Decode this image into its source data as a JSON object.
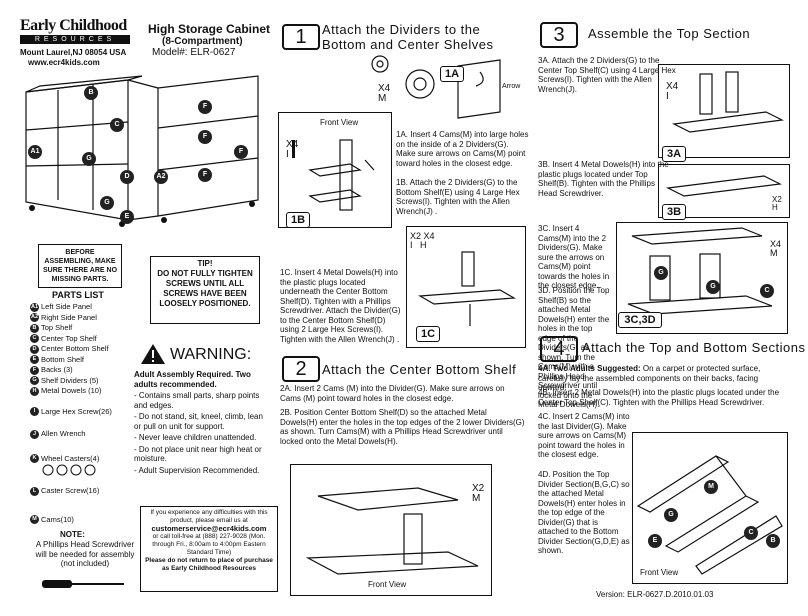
{
  "brand": {
    "name": "Early Childhood",
    "sub": "RESOURCES",
    "address": "Mount Laurel,NJ 08054 USA",
    "web": "www.ecr4kids.com"
  },
  "product": {
    "title": "High Storage Cabinet",
    "subtitle": "(8-Compartment)",
    "model": "Model#: ELR-0627"
  },
  "before": "BEFORE ASSEMBLING, MAKE SURE THERE ARE NO MISSING PARTS.",
  "tip": {
    "title": "TIP!",
    "body": "DO NOT FULLY TIGHTEN SCREWS UNTIL ALL SCREWS HAVE BEEN LOOSELY POSITIONED."
  },
  "parts": {
    "title": "PARTS LIST",
    "items": [
      {
        "code": "A1",
        "label": "Left Side Panel"
      },
      {
        "code": "A2",
        "label": "Right Side Panel"
      },
      {
        "code": "B",
        "label": "Top Shelf"
      },
      {
        "code": "C",
        "label": "Center Top Shelf"
      },
      {
        "code": "D",
        "label": "Center Bottom Shelf"
      },
      {
        "code": "E",
        "label": "Bottom Shelf"
      },
      {
        "code": "F",
        "label": "Backs (3)"
      },
      {
        "code": "G",
        "label": "Shelf Dividers (5)"
      },
      {
        "code": "H",
        "label": "Metal Dowels (10)"
      },
      {
        "code": "I",
        "label": "Large Hex Screw(26)"
      },
      {
        "code": "J",
        "label": "Allen Wrench"
      },
      {
        "code": "K",
        "label": "Wheel Casters(4)"
      },
      {
        "code": "L",
        "label": "Caster Screw(16)"
      },
      {
        "code": "M",
        "label": "Cams(10)"
      }
    ]
  },
  "note": {
    "title": "NOTE:",
    "body": "A Phillips Head Screwdriver will be needed for assembly (not included)"
  },
  "warning": {
    "title": "WARNING:",
    "items": [
      "Adult Assembly Required. Two adults recommended.",
      "- Contains small parts, sharp points and edges.",
      "- Do not stand, sit, kneel, climb, lean or pull on unit for support.",
      "- Never leave children unattended.",
      "- Do not place unit near high heat or moisture.",
      "- Adult Supervision Recommended."
    ]
  },
  "contact": {
    "l1": "If you experience any difficulties with this product, please email us at",
    "email": "customerservice@ecr4kids.com",
    "l2": "or call toll-free at (888) 227-9028 (Mon. through Fri., 8:00am to 4:00pm Eastern Standard Time)",
    "l3": "Please do not return to place of purchase as Early Childhood Resources"
  },
  "step1": {
    "num": "1",
    "title": "Attach the Dividers to the Bottom and Center Shelves",
    "tag1a": "1A",
    "tag1b": "1B",
    "tag1c": "1C",
    "arrow": "Arrow",
    "x4m": "X4",
    "m": "M",
    "x4i": "X4",
    "i": "I",
    "front": "Front View",
    "x2": "X2",
    "x4": "X4",
    "ih_i": "I",
    "ih_h": "H",
    "t1a": "1A. Insert 4 Cams(M) into large holes on the inside of a 2 Dividers(G). Make sure arrows on Cams(M) point toward holes in the closest edge.",
    "t1b": "1B. Attach the 2 Dividers(G) to the Bottom Shelf(E) using 4 Large Hex Screws(I). Tighten with the Allen Wrench(J) .",
    "t1c": "1C. Insert 4 Metal Dowels(H) into the plastic plugs located underneath the Center Bottom Shelf(D). Tighten with a Phillips Screwdriver. Attach the Divider(G) to the Center Bottom Shelf(D) using 2 Large Hex Screws(I). Tighten with the Allen Wrench(J) ."
  },
  "step2": {
    "num": "2",
    "title": "Attach the Center Bottom Shelf",
    "t2a": "2A. Insert 2 Cams (M) into the Divider(G). Make sure arrows on Cams (M) point toward holes in the closest edge.",
    "t2b": "2B. Position Center Bottom Shelf(D) so the attached Metal Dowels(H) enter the holes in the top edges of the 2 lower Dividers(G) as shown. Turn Cams(M) with a Phillips Head Screwdriver until locked onto the Metal Dowels(H).",
    "x2": "X2",
    "m": "M",
    "front": "Front View"
  },
  "step3": {
    "num": "3",
    "title": "Assemble the Top Section",
    "t3a": "3A. Attach the 2 Dividers(G) to the Center Top Shelf(C) using 4 Large Hex Screws(I). Tighten with the Allen Wrench(J).",
    "t3b": "3B. Insert 4 Metal Dowels(H) into the plastic plugs located under Top Shelf(B). Tighten with the Phillips Head Screwdriver.",
    "t3c": "3C. Insert 4 Cams(M) into the 2 Dividers(G). Make sure the arrows on Cams(M) point towards the holes in the closest edge.",
    "t3d": "3D. Position the Top Shelf(B) so the attached Metal Dowels(H) enter the holes in the top edge of the Dividers(G) as shown. Turn the Cams(M) with a Phillips Head Screwdriver until locked onto the Metal Dowels(H).",
    "tag3a": "3A",
    "tag3b": "3B",
    "tag3cd": "3C,3D",
    "x4i": "X4",
    "i": "I",
    "x2h": "X2",
    "h": "H",
    "x4m": "X4",
    "m": "M"
  },
  "step4": {
    "num": "4",
    "title": "Attach the Top and Bottom Sections",
    "t4a_b": "4A. Two Adults Suggested:",
    "t4a": "On a carpet or protected surface, carefully lay the assembled components on their backs, facing upward.",
    "t4b": "4B. Insert 2 Metal Dowels(H) into the plastic plugs located under the Center Top Shelf(C). Tighten with the Phillips Head Screwdriver.",
    "t4c": "4C. Insert 2 Cams(M) into the last Divider(G). Make sure arrows on Cams(M) point toward the holes in the closest edge.",
    "t4d": "4D. Position the Top Divider Section(B,G,C) so the attached Metal Dowels(H) enter holes in the top edge of the Divider(G) that is attached to the Bottom Divider Section(G,D,E) as shown.",
    "front": "Front View"
  },
  "version": "Version: ELR-0627.D.2010.01.03"
}
